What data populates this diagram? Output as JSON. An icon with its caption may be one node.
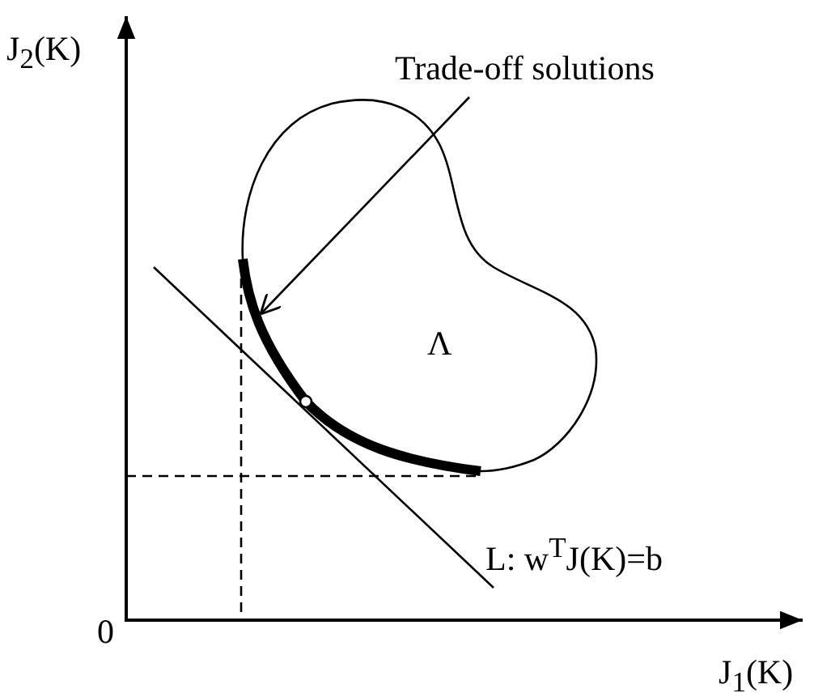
{
  "diagram": {
    "nodes": [
      {
        "text": [
          "Trade-off solutions"
        ]
      },
      {
        "text": [],
        "shape": "curve"
      }
    ],
    "edges": [
      {
        "from": 0,
        "to": 1,
        "arrow": "to"
      }
    ],
    "labels": [
      "J$_{2}$(K)",
      "Λ",
      "L: w$^{T}$J(K)=b",
      "0",
      "J$_{1}$(K)"
    ]
  }
}
